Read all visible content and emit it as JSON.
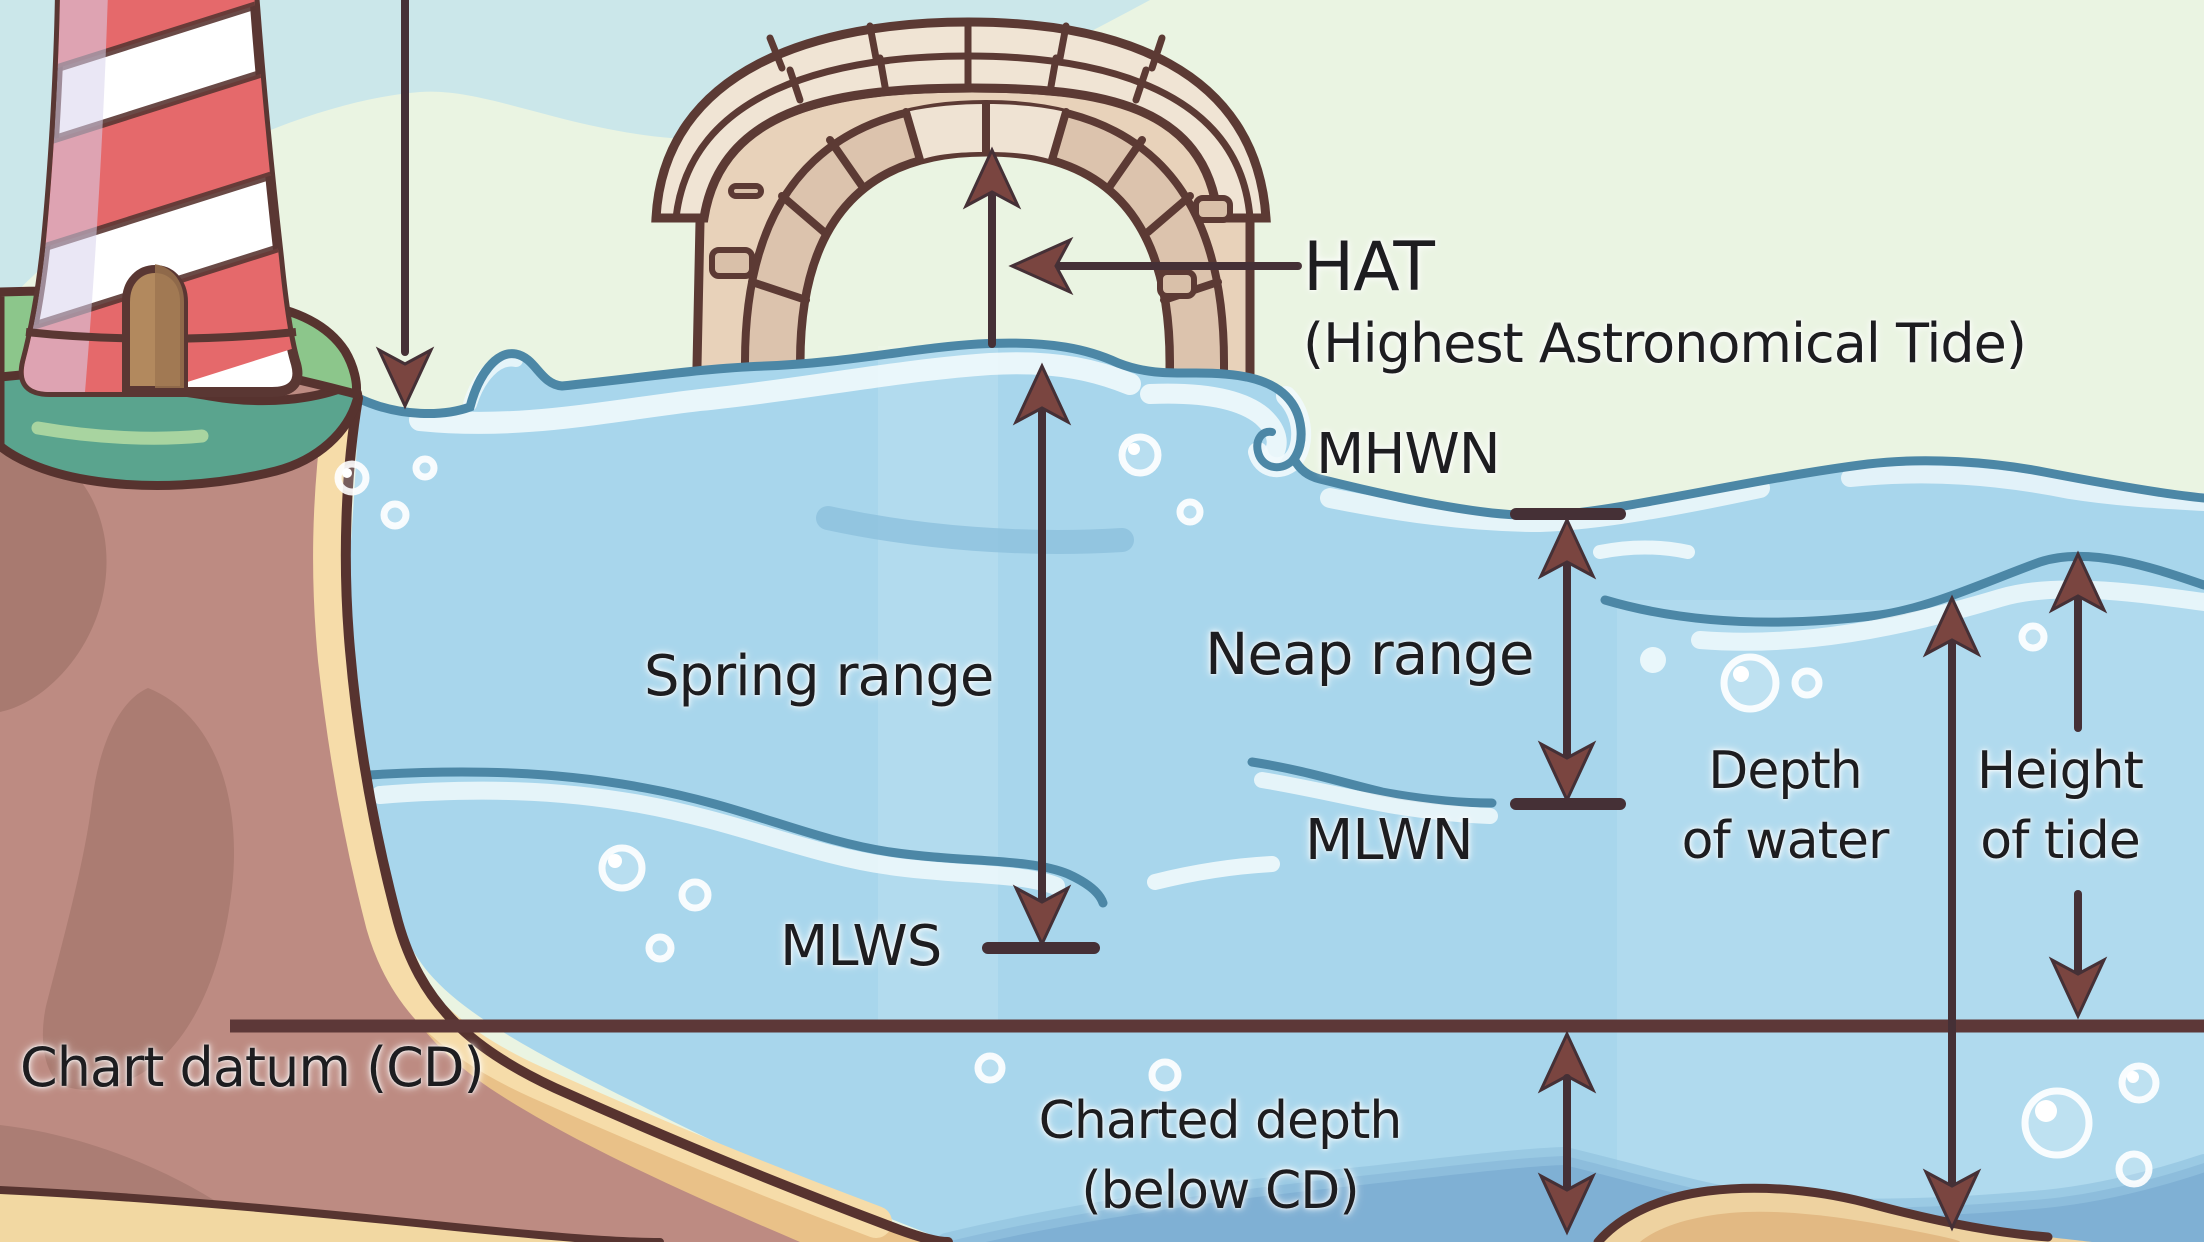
{
  "diagram": {
    "title": "Tide levels and chart datum diagram",
    "labels": {
      "hat": "HAT",
      "hat_subtitle": "(Highest Astronomical Tide)",
      "mhwn": "MHWN",
      "neap_range": "Neap range",
      "spring_range": "Spring range",
      "mlwn": "MLWN",
      "mlws": "MLWS",
      "depth_line1": "Depth",
      "depth_line2": "of water",
      "height_line1": "Height",
      "height_line2": "of tide",
      "chart_datum": "Chart datum (CD)",
      "charted_depth_line1": "Charted depth",
      "charted_depth_line2": "(below CD)"
    }
  },
  "colors": {
    "sky_top": "#cbe7ea",
    "sky": "#eaf4e2",
    "water": "#a8d6ec",
    "water_deep": "#7fb0d4",
    "wave_stroke": "#4c87a6",
    "foam": "#f0f9fc",
    "midtone": "#8cc0dd",
    "arrow_dark": "#453036",
    "arrow_head": "#7a4540",
    "datum_line": "#5d3838",
    "outline": "#57332f",
    "grass_light": "#8cc68b",
    "grass_dark": "#5aa48e",
    "cliff": "#bd8b82",
    "cliff_dark": "#a87a70",
    "sand": "#e9c188",
    "sand_light": "#f6dca9",
    "sand_foreground": "#f2d8a2",
    "sand_mound": "#eed2a0",
    "lighthouse_red": "#e5696b",
    "lighthouse_white": "#ffffff",
    "lighthouse_shade": "#d8d3ec",
    "door": "#b2895e",
    "bridge_face": "#e8d2ba",
    "bridge_band": "#f0e4d4",
    "bridge_ring": "#dcc3ad",
    "text": "#1d1d20"
  }
}
